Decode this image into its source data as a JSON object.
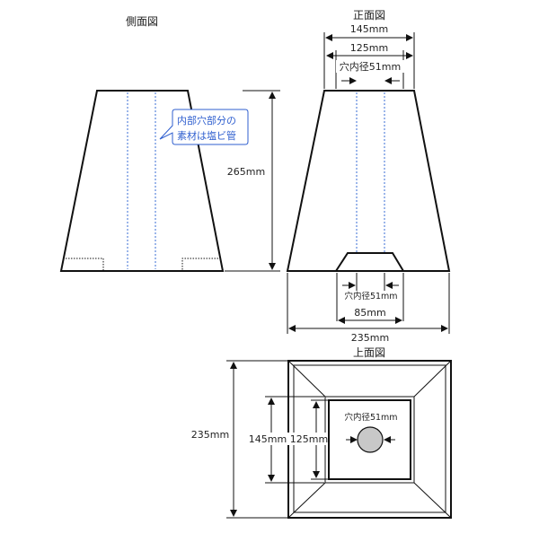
{
  "views": {
    "side": {
      "title": "側面図",
      "callout": [
        "内部穴部分の",
        "素材は塩ビ管"
      ]
    },
    "front": {
      "title": "正面図"
    },
    "top": {
      "title": "上面図"
    }
  },
  "dimensions": {
    "top_outer": "145mm",
    "top_inner": "125mm",
    "hole_top": "穴内径51mm",
    "height": "265mm",
    "hole_bottom": "穴内径51mm",
    "base_opening": "85mm",
    "base_width": "235mm",
    "plan_outer": "235mm",
    "plan_145": "145mm",
    "plan_125": "125mm",
    "plan_hole": "穴内径51mm"
  },
  "colors": {
    "line": "#111111",
    "accent": "#3a6ed6",
    "hole_fill": "#c8c8c8"
  }
}
